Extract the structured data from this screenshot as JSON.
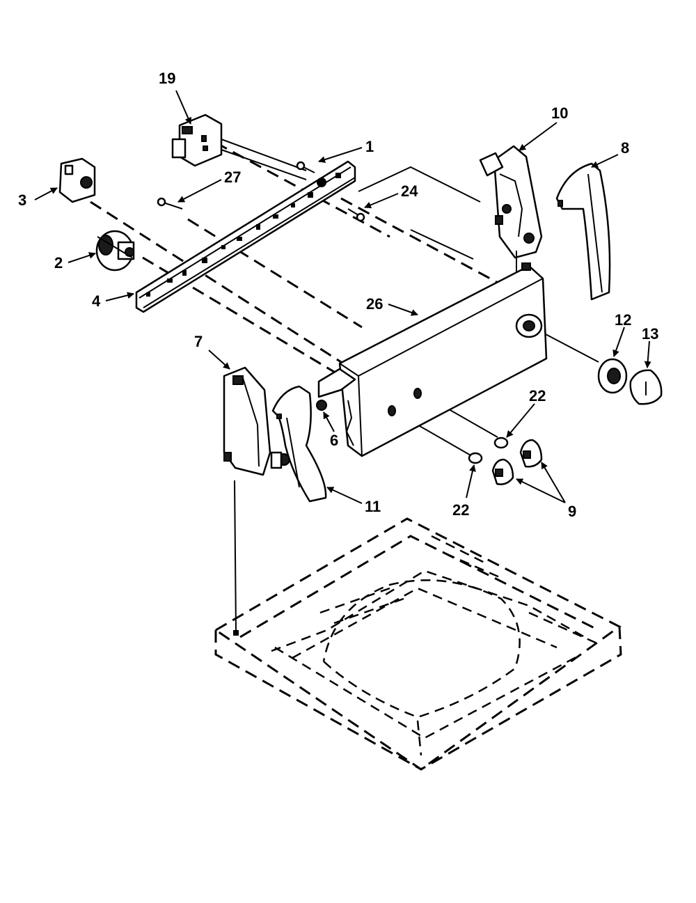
{
  "callouts": {
    "c1": "1",
    "c2": "2",
    "c3": "3",
    "c4": "4",
    "c6": "6",
    "c7": "7",
    "c8": "8",
    "c9": "9",
    "c10": "10",
    "c11": "11",
    "c12": "12",
    "c13": "13",
    "c19": "19",
    "c22a": "22",
    "c22b": "22",
    "c24": "24",
    "c26": "26",
    "c27": "27"
  }
}
